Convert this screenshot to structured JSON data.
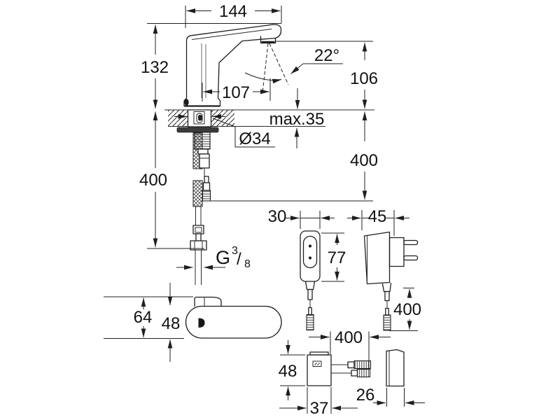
{
  "main_view": {
    "overall_length": "144",
    "height_to_top": "132",
    "spout_projection": "107",
    "spray_angle": "22°",
    "outlet_height": "106",
    "max_deck_thickness": "max.35",
    "hole_diameter": "Ø34",
    "hose_length": "400",
    "cable_length": "400",
    "thread": {
      "g": "G",
      "num": "3",
      "slash": "/",
      "den": "8"
    }
  },
  "top_view": {
    "length": "64",
    "width": "48"
  },
  "power_supply": {
    "width": "30",
    "height": "77",
    "depth": "45",
    "cable_length": "400"
  },
  "control_box": {
    "height": "48",
    "width": "37",
    "cable_length": "400",
    "cover_depth": "26"
  }
}
